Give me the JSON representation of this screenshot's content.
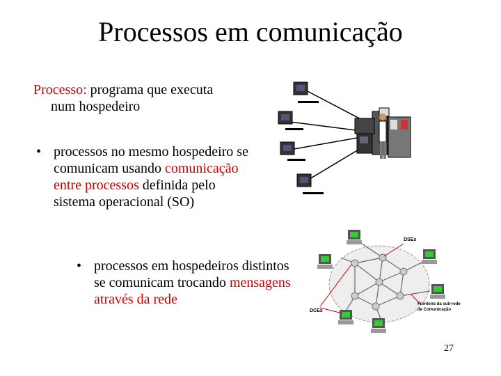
{
  "slide": {
    "title": "Processos em comunicação",
    "page_number": "27"
  },
  "process_def": {
    "term": "Processo:",
    "text_line1": " programa que executa",
    "text_line2": "num hospedeiro"
  },
  "bullet1": {
    "marker": "•",
    "text_a": "processos no mesmo hospedeiro se comunicam usando ",
    "highlight": "comunicação entre processos",
    "text_b": " definida pelo sistema operacional (SO)"
  },
  "bullet2": {
    "marker": "•",
    "text_a": "processos em hospedeiros distintos se comunicam trocando ",
    "highlight": "mensagens através da rede"
  },
  "network_figure": {
    "label_dses": "DSEs",
    "label_dces": "DCEs",
    "label_frontier_1": "Fronteira da sub-rede",
    "label_frontier_2": "de Comunicação"
  },
  "colors": {
    "accent_red": "#cc0000",
    "terminal_green": "#33cc33"
  }
}
